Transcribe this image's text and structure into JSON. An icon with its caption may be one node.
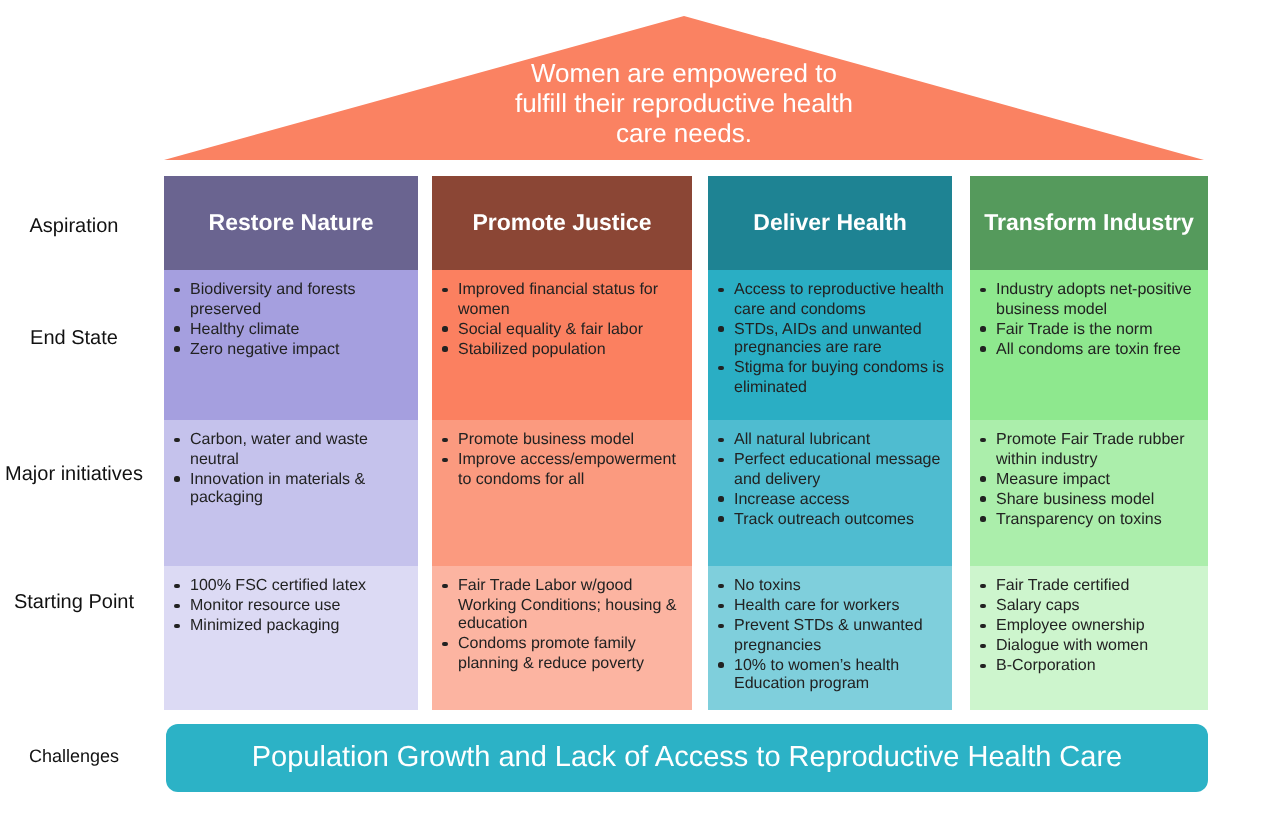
{
  "diagram": {
    "nodes": [
      {
        "text": [
          "Women are empowered to fulfill their reproductive health care needs."
        ]
      },
      {
        "text": [
          "Restore Nature"
        ]
      },
      {
        "text": [
          "Promote Justice"
        ]
      },
      {
        "text": [
          "Deliver Health"
        ]
      },
      {
        "text": [
          "Transform Industry"
        ]
      },
      {
        "text": [
          "Biodiversity and forests preserved",
          "Healthy climate",
          "Zero negative impact"
        ]
      },
      {
        "text": [
          "Improved financial status for women",
          "Social equality & fair labor",
          "Stabilized population"
        ]
      },
      {
        "text": [
          "Access to reproductive health care and condoms",
          "STDs, AIDs and unwanted pregnancies are rare",
          "Stigma for buying condoms is eliminated"
        ]
      },
      {
        "text": [
          "Industry adopts net-positive business model",
          "Fair Trade is the norm",
          "All condoms are toxin free"
        ]
      },
      {
        "text": [
          "Carbon, water and waste neutral",
          "Innovation in materials & packaging"
        ]
      },
      {
        "text": [
          "Promote business model",
          "Improve access/empowerment to condoms for all"
        ]
      },
      {
        "text": [
          "All natural lubricant",
          "Perfect educational message and delivery",
          "Increase access",
          "Track outreach outcomes"
        ]
      },
      {
        "text": [
          "Promote Fair Trade rubber within industry",
          "Measure impact",
          "Share business model",
          "Transparency on toxins"
        ]
      },
      {
        "text": [
          "100% FSC certified latex",
          "Monitor resource use",
          "Minimized packaging"
        ]
      },
      {
        "text": [
          "Fair Trade Labor w/good Working Conditions; housing & education",
          "Condoms promote family planning & reduce poverty"
        ]
      },
      {
        "text": [
          "No toxins",
          "Health care for workers",
          "Prevent STDs & unwanted pregnancies",
          "10% to women’s health Education program"
        ]
      },
      {
        "text": [
          "Fair Trade certified",
          "Salary caps",
          "Employee ownership",
          "Dialogue with women",
          "B-Corporation"
        ]
      },
      {
        "text": [
          "Population Growth and Lack of Access to Reproductive Health Care"
        ]
      }
    ],
    "labels": [
      "Aspiration",
      "End State",
      "Major initiatives",
      "Starting Point",
      "Challenges"
    ]
  }
}
